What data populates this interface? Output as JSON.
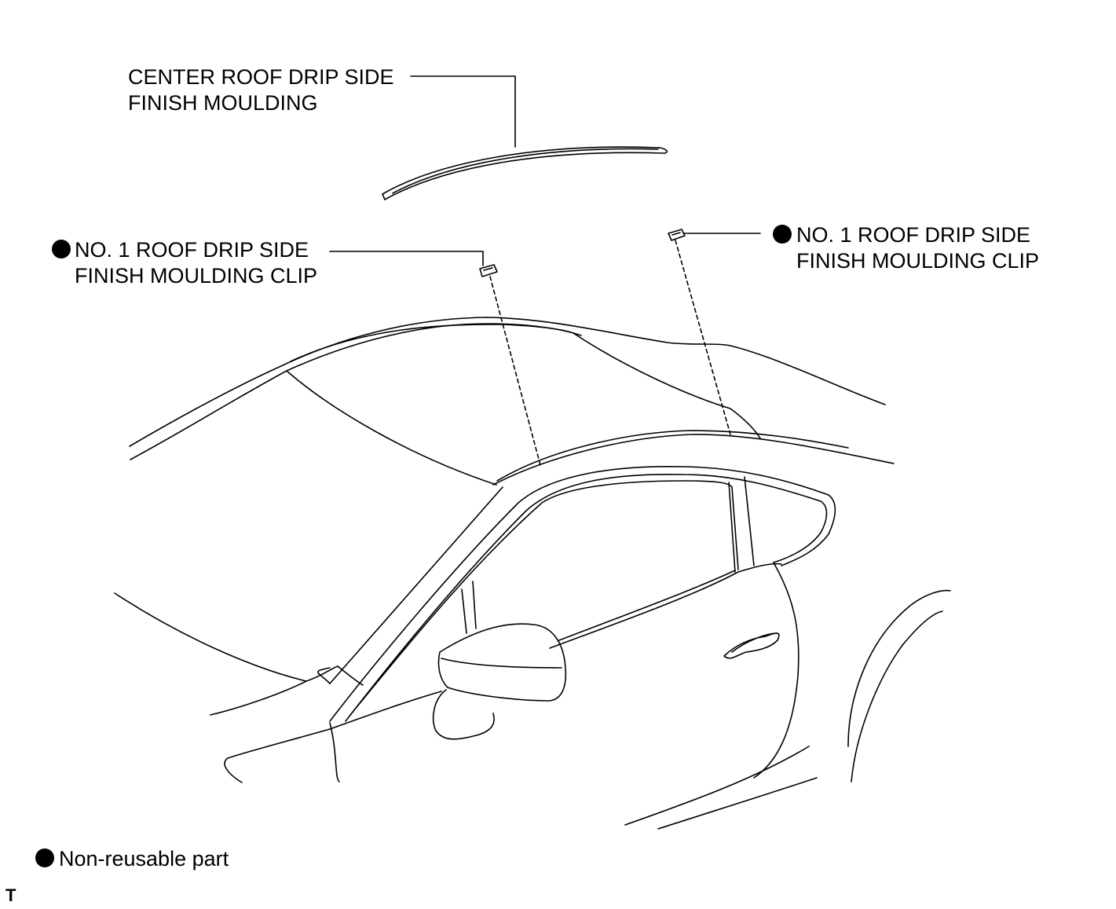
{
  "labels": {
    "center_moulding": [
      "CENTER ROOF DRIP SIDE",
      "FINISH MOULDING"
    ],
    "clip_left": [
      "NO. 1 ROOF DRIP SIDE",
      "FINISH MOULDING CLIP"
    ],
    "clip_right": [
      "NO. 1 ROOF DRIP SIDE",
      "FINISH MOULDING CLIP"
    ]
  },
  "legend": {
    "symbol": "filled-circle",
    "text": "Non-reusable part"
  },
  "footer_code": "T",
  "colors": {
    "ink": "#000000",
    "background": "#ffffff"
  }
}
